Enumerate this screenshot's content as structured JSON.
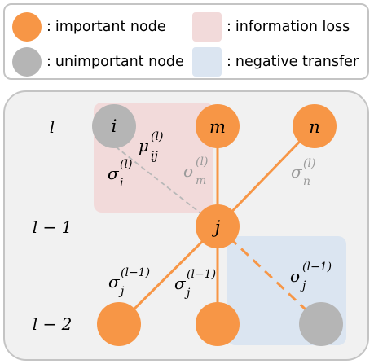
{
  "legend": {
    "important": "important node",
    "unimportant": "unimportant node",
    "info_loss": "information loss",
    "neg_transfer": "negative transfer",
    "separator": ":"
  },
  "colors": {
    "important": "#f79646",
    "unimportant": "#b5b5b5",
    "info_loss": "#f2dada",
    "neg_transfer": "#dbe5f1",
    "edge": "#f79646",
    "faint_edge": "#b8b8b8",
    "faint_text": "#9a9a9a"
  },
  "layers": {
    "top": "l",
    "middle": "l − 1",
    "bottom": "l − 2"
  },
  "nodes": {
    "i": "i",
    "m": "m",
    "n": "n",
    "j": "j"
  },
  "edge_labels": {
    "mu_base": "μ",
    "mu_sub": "ij",
    "mu_sup": "(l)",
    "sigma_i_base": "σ",
    "sigma_i_sub": "i",
    "sigma_i_sup": "(l)",
    "sigma_m_base": "σ",
    "sigma_m_sub": "m",
    "sigma_m_sup": "(l)",
    "sigma_n_base": "σ",
    "sigma_n_sub": "n",
    "sigma_n_sup": "(l)",
    "sigma_j1_base": "σ",
    "sigma_j1_sub": "j",
    "sigma_j1_sup": "(l−1)",
    "sigma_j2_base": "σ",
    "sigma_j2_sub": "j",
    "sigma_j2_sup": "(l−1)",
    "sigma_j3_base": "σ",
    "sigma_j3_sub": "j",
    "sigma_j3_sup": "(l−1)"
  }
}
